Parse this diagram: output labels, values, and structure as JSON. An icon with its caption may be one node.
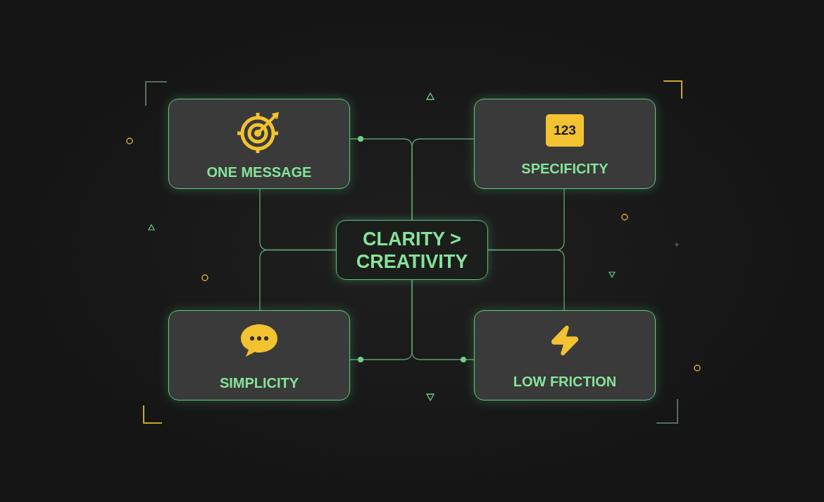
{
  "diagram": {
    "nodes": [
      {
        "text": [
          "ONE MESSAGE"
        ]
      },
      {
        "text": [
          "SPECIFICITY"
        ]
      },
      {
        "text": [
          "CLARITY > CREATIVITY"
        ]
      },
      {
        "text": [
          "SIMPLICITY"
        ]
      },
      {
        "text": [
          "LOW FRICTION"
        ]
      }
    ],
    "edges": [
      {
        "from": 2,
        "to": 0,
        "arrow": "none"
      },
      {
        "from": 2,
        "to": 3,
        "arrow": "none"
      },
      {
        "from": 2,
        "to": 1,
        "arrow": "none"
      },
      {
        "from": 2,
        "to": 4,
        "arrow": "none"
      },
      {
        "from": 2,
        "to": 0,
        "arrow": "none"
      },
      {
        "from": 2,
        "to": 1,
        "arrow": "none"
      },
      {
        "from": 2,
        "to": 3,
        "arrow": "none"
      },
      {
        "from": 2,
        "to": 4,
        "arrow": "none"
      }
    ],
    "labels": [
      "123"
    ]
  }
}
